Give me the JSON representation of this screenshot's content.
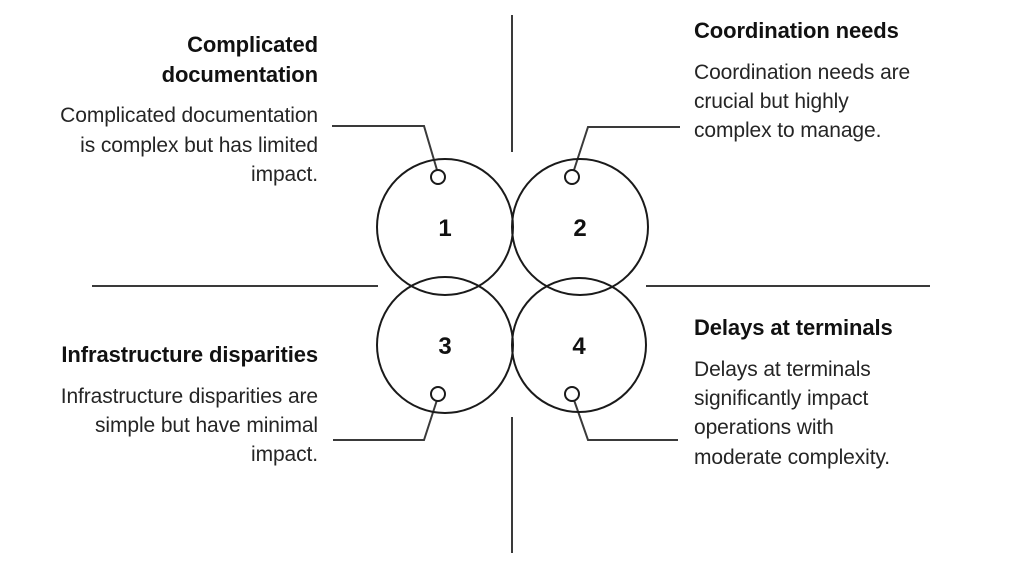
{
  "diagram": {
    "type": "four-circle-quadrant-venn",
    "stroke_color": "#1a1a1a",
    "background_color": "#ffffff",
    "text_color": "#111111",
    "quadrants": [
      {
        "number": "1",
        "position": "top-left",
        "heading": "Complicated documentation",
        "body": "Complicated documentation is complex but has limited impact."
      },
      {
        "number": "2",
        "position": "top-right",
        "heading": "Coordination needs",
        "body": "Coordination needs are crucial but highly complex to manage."
      },
      {
        "number": "3",
        "position": "bottom-left",
        "heading": "Infrastructure disparities",
        "body": "Infrastructure disparities are simple but have minimal impact."
      },
      {
        "number": "4",
        "position": "bottom-right",
        "heading": "Delays at terminals",
        "body": "Delays at terminals significantly impact operations with moderate complexity."
      }
    ]
  }
}
